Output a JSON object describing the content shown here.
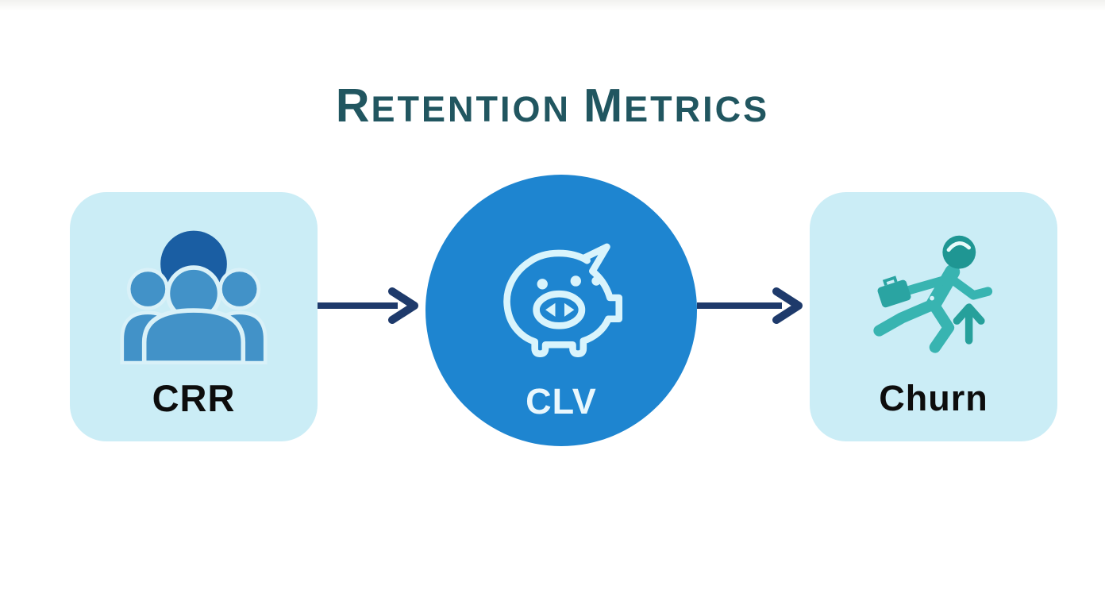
{
  "title": {
    "full": "Retention Metrics",
    "cap1": "R",
    "rest1": "ETENTION",
    "cap2": "M",
    "rest2": "ETRICS",
    "color": "#215660"
  },
  "diagram": {
    "flow_description": "CRR -> CLV -> Churn",
    "arrow_color": "#1e3a6b",
    "nodes": [
      {
        "id": "crr",
        "label": "CRR",
        "shape": "rounded-square",
        "background": "#cbedf6",
        "label_color": "#0d0d0d",
        "icon": "customers-group-icon",
        "icon_colors": {
          "primary": "#4292c8",
          "back_head": "#1a5ea3",
          "outline": "#d9f1f8"
        }
      },
      {
        "id": "clv",
        "label": "CLV",
        "shape": "circle",
        "background": "#1e85d0",
        "label_color": "#e9f7fd",
        "icon": "piggy-bank-icon",
        "icon_colors": {
          "outline": "#d9f4fc"
        }
      },
      {
        "id": "churn",
        "label": "Churn",
        "shape": "rounded-square",
        "background": "#cbedf6",
        "label_color": "#0d0d0d",
        "icon": "customer-leaving-icon",
        "icon_colors": {
          "body": "#38b4b1",
          "head": "#1f9693",
          "hair": "#e8fbfa",
          "up_arrow": "#26a09b"
        }
      }
    ],
    "connectors": [
      {
        "from": "CRR",
        "to": "CLV"
      },
      {
        "from": "CLV",
        "to": "Churn"
      }
    ]
  }
}
